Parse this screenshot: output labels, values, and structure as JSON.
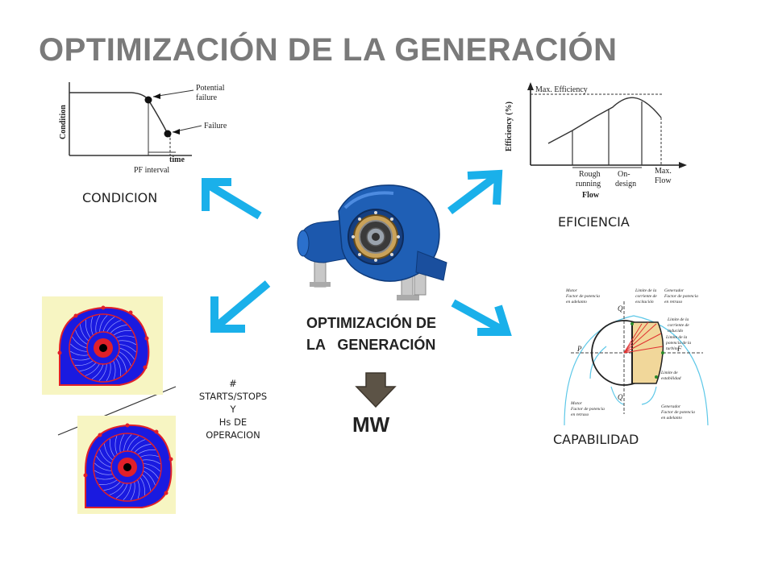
{
  "title": "OPTIMIZACIÓN DE LA GENERACIÓN",
  "labels": {
    "condicion": "CONDICION",
    "eficiencia": "EFICIENCIA",
    "capabilidad": "CAPABILIDAD",
    "center_line1": "OPTIMIZACIÓN DE",
    "center_line2": "LA   GENERACIÓN",
    "starts_lines": [
      "#",
      "STARTS/STOPS",
      "Y",
      "Hs DE",
      "OPERACION"
    ],
    "mw": "MW"
  },
  "condition_chart": {
    "ylabel": "Condition",
    "annotations": [
      "Potential",
      "failure",
      "Failure",
      "time",
      "PF interval"
    ]
  },
  "efficiency_chart": {
    "ylabel": "Efficiency (%)",
    "max_label": "Max. Efficiency",
    "regions": [
      "Rough",
      "running",
      "On-",
      "design",
      "Max.",
      "Flow"
    ],
    "xlabel": "Flow"
  },
  "capability_chart": {
    "labels": [
      "Motor",
      "Factor de potencia",
      "en adelanto",
      "Generador",
      "Factor de potencia",
      "en retraso",
      "Limite de la",
      "corriente de",
      "excitación",
      "Limite de la",
      "corriente de",
      "inducido",
      "Limite de la",
      "potencia de la",
      "turbina",
      "Limite de",
      "estabilidad",
      "Motor",
      "Factor de potencia",
      "en retraso",
      "Generador",
      "Factor de potencia",
      "en adelanto",
      "Q",
      "P",
      "F",
      "Q"
    ]
  },
  "colors": {
    "title": "#7a7a7a",
    "arrow": "#1ab0ea",
    "down_arrow": "#5c5346",
    "turbine_blue": "#1f5fb5",
    "pie_bg": "#f7f5c2",
    "pie_blue": "#1a1ae0",
    "pie_red": "#e0202a"
  }
}
